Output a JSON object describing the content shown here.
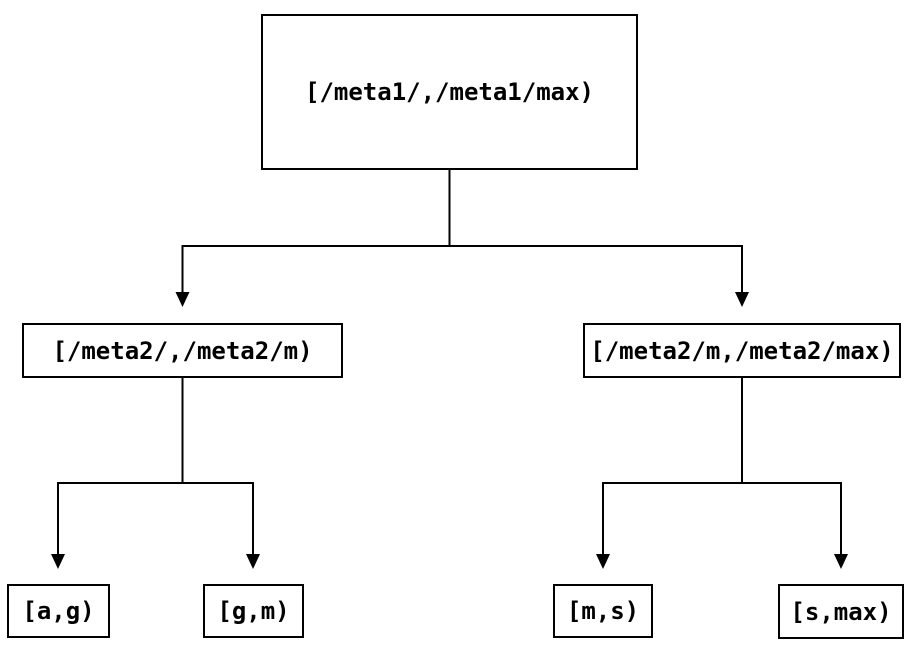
{
  "diagram": {
    "type": "binary-tree",
    "background_color": "#ffffff",
    "line_color": "#000000",
    "box_border_color": "#000000",
    "text_color": "#000000",
    "nodes": {
      "root": {
        "label": "[/meta1/,/meta1/max)"
      },
      "left": {
        "label": "[/meta2/,/meta2/m)"
      },
      "right": {
        "label": "[/meta2/m,/meta2/max)"
      },
      "left_left": {
        "label": "[a,g)"
      },
      "left_right": {
        "label": "[g,m)"
      },
      "right_left": {
        "label": "[m,s)"
      },
      "right_right": {
        "label": "[s,max)"
      }
    },
    "edges": [
      {
        "from": "root",
        "to": "left"
      },
      {
        "from": "root",
        "to": "right"
      },
      {
        "from": "left",
        "to": "left_left"
      },
      {
        "from": "left",
        "to": "left_right"
      },
      {
        "from": "right",
        "to": "right_left"
      },
      {
        "from": "right",
        "to": "right_right"
      }
    ]
  }
}
